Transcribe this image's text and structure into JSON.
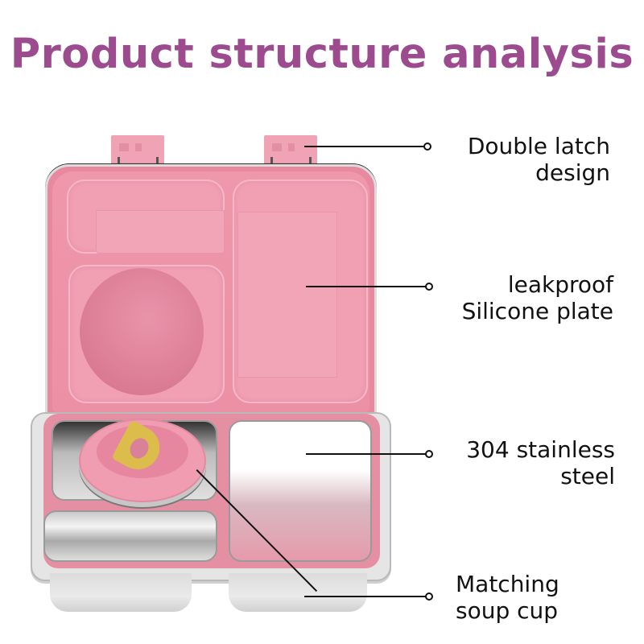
{
  "title": "Product structure analysis",
  "colors": {
    "title": "#9c4b8e",
    "text": "#111111",
    "lid_pink": "#f19fb3",
    "steel": "#e5e5e5",
    "handle_yellow": "#dcbc4a"
  },
  "callouts": [
    {
      "id": "latch",
      "lines": [
        "Double latch",
        "design"
      ]
    },
    {
      "id": "silicone",
      "lines": [
        "leakproof",
        "Silicone plate"
      ]
    },
    {
      "id": "steel",
      "lines": [
        "304 stainless",
        "steel"
      ]
    },
    {
      "id": "soup-cup",
      "lines": [
        "Matching",
        "soup cup"
      ]
    }
  ],
  "illustration": {
    "product": "bento lunch box",
    "icons": [
      "latch-icon",
      "silicone-lid-icon",
      "steel-tray-icon",
      "soup-cup-icon"
    ]
  }
}
